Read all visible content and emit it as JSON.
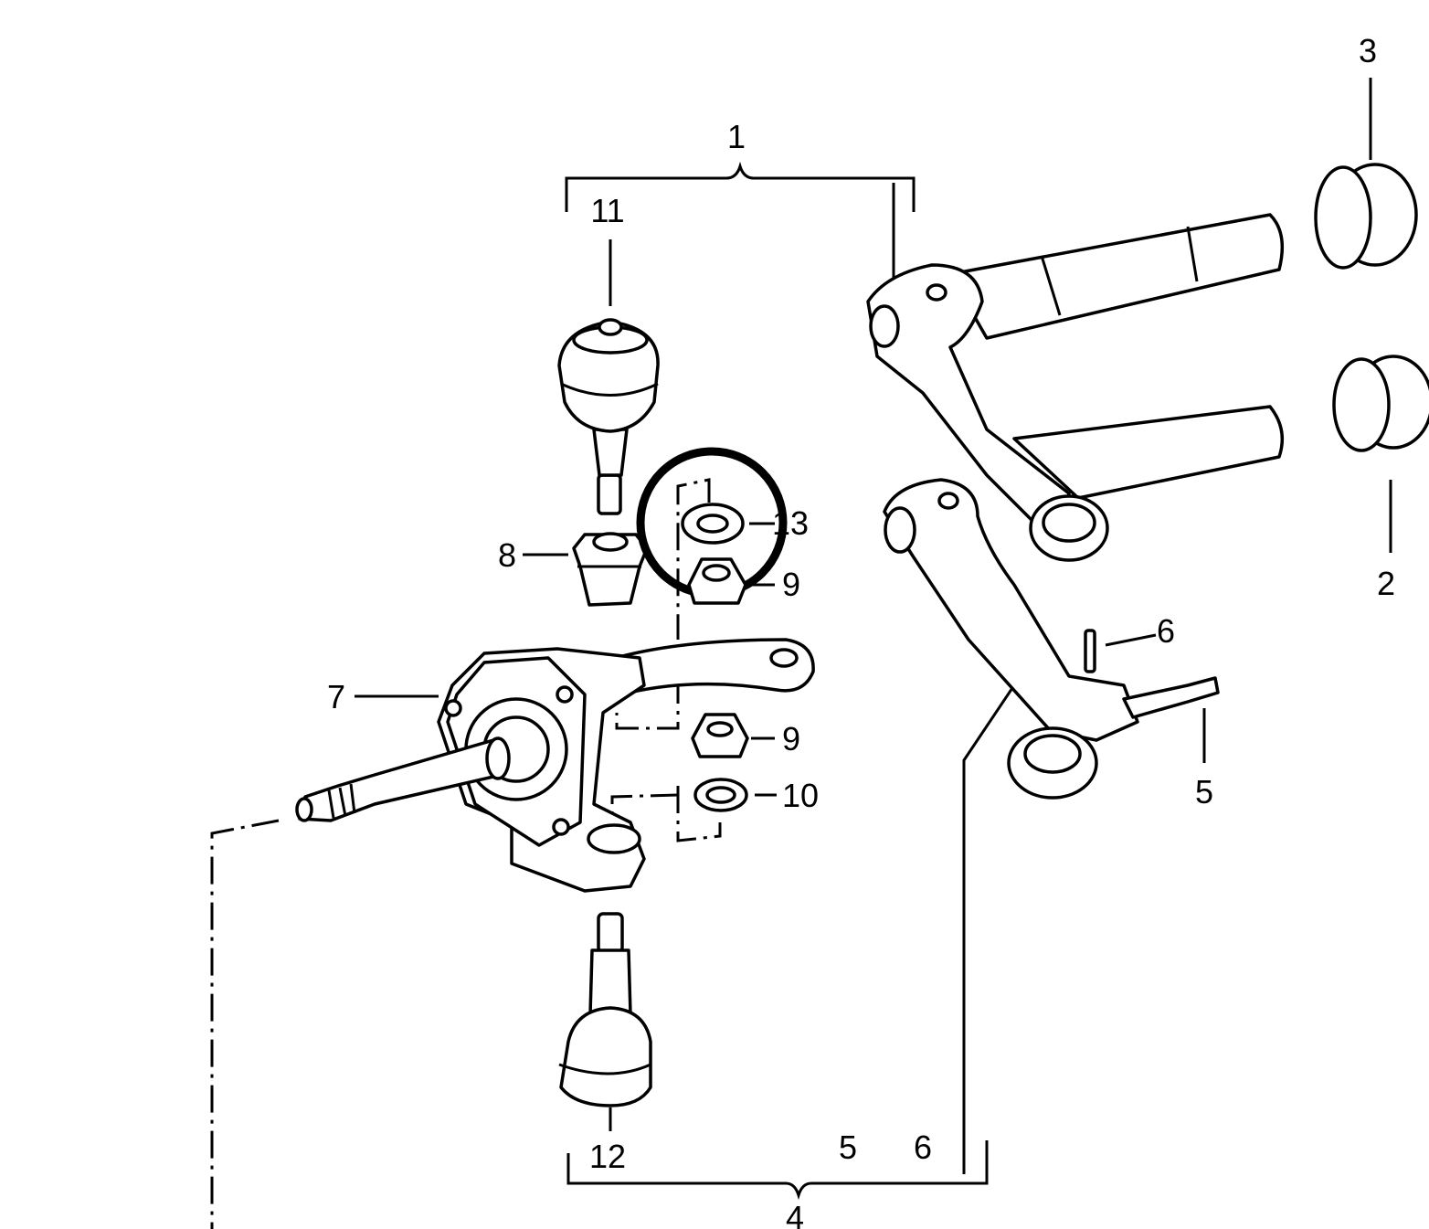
{
  "diagram": {
    "highlight_color": "#000000",
    "labels": {
      "assembly_upper": "1",
      "ball_joint_upper": "11",
      "bushing_top": "3",
      "bushing_lower": "2",
      "washer_circled": "13",
      "castle_nut": "8",
      "nut_upper": "9",
      "nut_lower": "9",
      "washer_lower": "10",
      "steering_knuckle": "7",
      "pin": "6",
      "stud": "5",
      "ball_joint_lower": "12",
      "bracket_5": "5",
      "bracket_6": "6",
      "assembly_lower": "4"
    }
  }
}
